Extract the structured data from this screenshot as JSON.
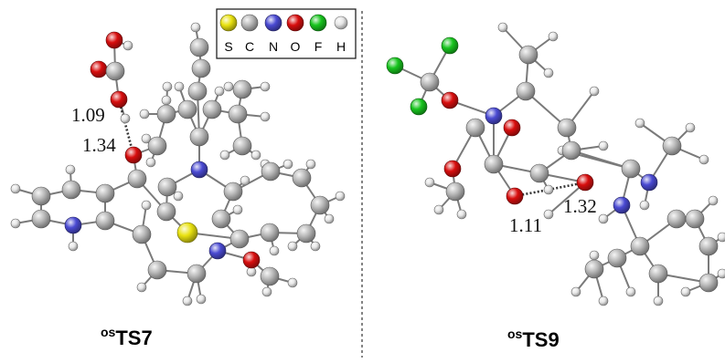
{
  "colors": {
    "S": "#e9e210",
    "C": "#b9b9b9",
    "N": "#4a4ad2",
    "O": "#d80e0e",
    "F": "#18c41e",
    "H": "#e6e6e6",
    "bond": "#7a7a7a"
  },
  "legend": {
    "entries": [
      {
        "el": "S",
        "label": "S"
      },
      {
        "el": "C",
        "label": "C"
      },
      {
        "el": "N",
        "label": "N"
      },
      {
        "el": "O",
        "label": "O"
      },
      {
        "el": "F",
        "label": "F"
      },
      {
        "el": "H",
        "label": "H"
      }
    ]
  },
  "panels": [
    {
      "id": "ts7",
      "title_sup": "os",
      "title_main": "TS7",
      "distances": [
        "1.09",
        "1.34"
      ]
    },
    {
      "id": "ts9",
      "title_sup": "os",
      "title_main": "TS9",
      "distances": [
        "1.11",
        "1.32"
      ]
    }
  ]
}
